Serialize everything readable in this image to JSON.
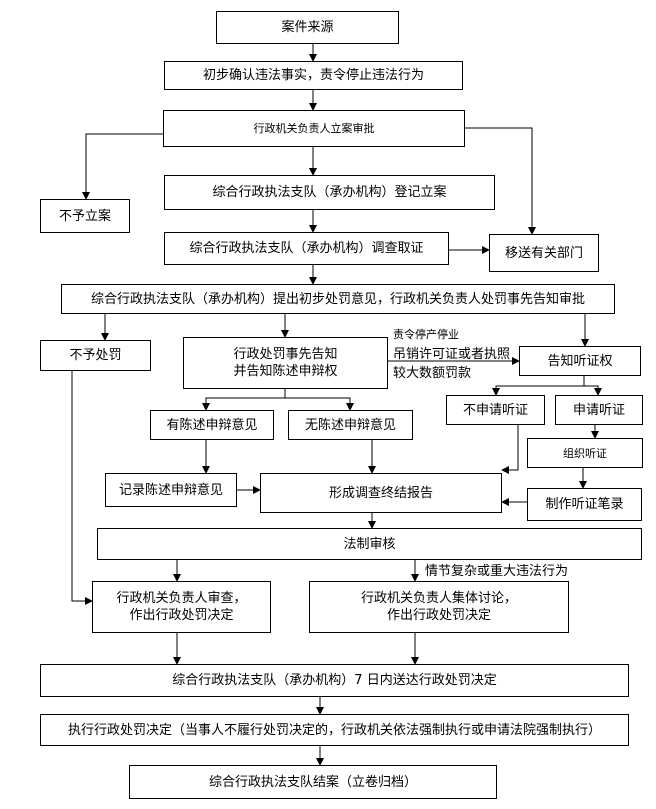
{
  "nodes": {
    "case_source": "案件来源",
    "preliminary_confirm": "初步确认违法事实，责令停止违法行为",
    "approval": "行政机关负责人立案审批",
    "register": "综合行政执法支队（承办机构）登记立案",
    "no_case": "不予立案",
    "investigate": "综合行政执法支队（承办机构）调查取证",
    "transfer": "移送有关部门",
    "propose": "综合行政执法支队（承办机构）提出初步处罚意见，行政机关负责人处罚事先告知审批",
    "no_penalty": "不予处罚",
    "pre_notice": "行政处罚事先告知\n并告知陈述申辩权",
    "hearing_notice": "告知听证权",
    "has_statement": "有陈述申辩意见",
    "no_statement": "无陈述申辩意见",
    "no_apply_hearing": "不申请听证",
    "apply_hearing": "申请听证",
    "organize_hearing": "组织听证",
    "record_statement": "记录陈述申辩意见",
    "final_report": "形成调查终结报告",
    "hearing_record": "制作听证笔录",
    "legal_review": "法制审核",
    "leader_review": "行政机关负责人审查，\n作出行政处罚决定",
    "collective_discussion": "行政机关负责人集体讨论，\n作出行政处罚决定",
    "deliver": "综合行政执法支队（承办机构）7 日内送达行政处罚决定",
    "execute": "执行行政处罚决定（当事人不履行处罚决定的，行政机关依法强制执行或申请法院强制执行）",
    "close_case": "综合行政执法支队结案（立卷归档）"
  },
  "notes": {
    "hearing_condition_1": "责令停产停业",
    "hearing_condition_2": "吊销许可证或者执照",
    "hearing_condition_3": "较大数额罚款",
    "complex_case": "情节复杂或重大违法行为"
  }
}
